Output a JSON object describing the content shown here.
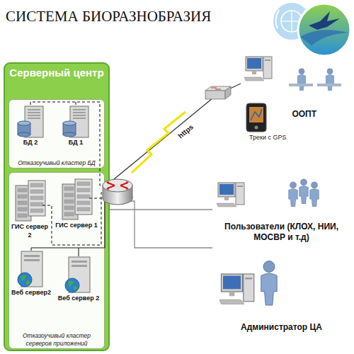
{
  "diagram": {
    "title": "СИСТЕМА БИОРАЗНОБРАЗИЯ",
    "nodes": [
      {
        "text": [
          "Серверный центр"
        ]
      },
      {
        "text": [
          "Отказоучивый кластер БД"
        ],
        "in": 0
      },
      {
        "text": [
          "БД 2"
        ],
        "in": 1
      },
      {
        "text": [
          "БД 1"
        ],
        "in": 1
      },
      {
        "text": [
          "Отказоучивый кластер серверов приложений"
        ],
        "in": 0
      },
      {
        "text": [
          "ГИС сервер 2"
        ],
        "in": 4
      },
      {
        "text": [
          "ГИС сервер 1"
        ],
        "in": 4
      },
      {
        "text": [
          "Веб сервер2"
        ],
        "in": 4
      },
      {
        "text": [
          "Веб сервер 2"
        ],
        "in": 4
      },
      {
        "text": [
          "ООПТ"
        ]
      },
      {
        "text": [
          "Пользователи (КЛОХ, НИИ, МОСВР и т.д)"
        ]
      },
      {
        "text": [
          "Администратор ЦА"
        ]
      }
    ],
    "edges": [
      {
        "from": 0,
        "to": 9,
        "arrow": "none",
        "label": "https"
      },
      {
        "from": 0,
        "to": 10,
        "arrow": "none"
      },
      {
        "from": 0,
        "to": 11,
        "arrow": "none"
      }
    ],
    "labels": [
      "Треки с GPS"
    ]
  }
}
